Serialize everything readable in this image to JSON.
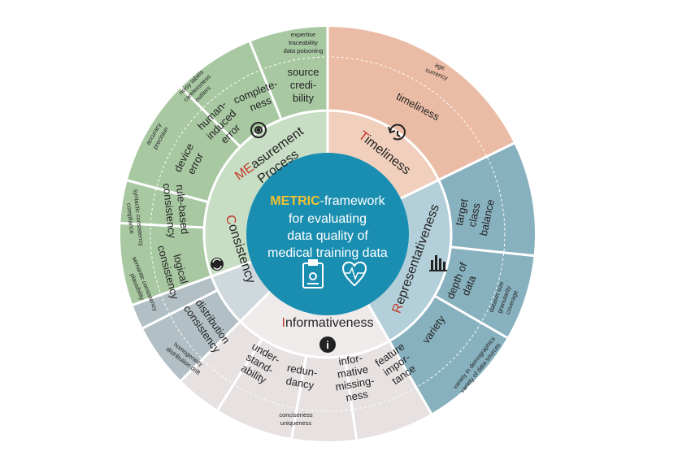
{
  "center": {
    "title_highlight": "METRIC",
    "title_rest": "-framework",
    "lines": [
      "for evaluating",
      "data quality of",
      "medical training data"
    ],
    "icons": [
      "clipboard-icon",
      "heart-pulse-icon"
    ]
  },
  "dimensions": {
    "measurement": {
      "accent": "ME",
      "rest": "asurement",
      "line2": "Process",
      "icon": "target-icon",
      "color": "#a8c8a2"
    },
    "timeliness": {
      "accent": "T",
      "rest": "imeliness",
      "icon": "clock-refresh-icon",
      "color": "#ebbca5"
    },
    "representativeness": {
      "accent": "R",
      "rest": "epresentativeness",
      "icon": "bar-chart-icon",
      "color": "#88b1bf"
    },
    "informativeness": {
      "accent": "I",
      "rest": "nformativeness",
      "icon": "info-icon",
      "color": "#e7e1e1"
    },
    "consistency": {
      "accent": "C",
      "rest": "onsistency",
      "icon": "sync-icon",
      "color": "#b2bfc4"
    }
  },
  "subclusters": {
    "source_credibility": [
      "source",
      "credi-",
      "bility"
    ],
    "completeness": [
      "complete-",
      "ness"
    ],
    "human_induced_error": [
      "human-",
      "induced",
      "error"
    ],
    "device_error": [
      "device",
      "error"
    ],
    "timeliness": [
      "timeliness"
    ],
    "target_class_balance": [
      "target",
      "class",
      "balance"
    ],
    "depth_of_data": [
      "depth of",
      "data"
    ],
    "variety": [
      "variety"
    ],
    "feature_importance": [
      "feature",
      "impor-",
      "tance"
    ],
    "informative_missingness": [
      "infor-",
      "mative",
      "missing-",
      "ness"
    ],
    "redundancy": [
      "redun-",
      "dancy"
    ],
    "understandability": [
      "under-",
      "stand-",
      "ability"
    ],
    "distribution_consistency": [
      "distribution",
      "consistency"
    ],
    "logical_consistency": [
      "logical",
      "consistency"
    ],
    "rule_based_consistency": [
      "rule-based",
      "consistency"
    ]
  },
  "properties": {
    "expertise_group": [
      "expertise",
      "traceability",
      "data poisoning"
    ],
    "noise_group": [
      "noisy labels",
      "carelessness",
      "outliers"
    ],
    "device_group": [
      "accuracy",
      "precision"
    ],
    "age_group": [
      "age",
      "currency"
    ],
    "dataset_size_group": [
      "dataset size",
      "granularity",
      "coverage"
    ],
    "variety_group": [
      "variety in demographics",
      "variety of data sources"
    ],
    "conciseness_group": [
      "conciseness",
      "uniqueness"
    ],
    "homogeneity_group": [
      "homogeneity",
      "distribution drift"
    ],
    "semantic_group": [
      "semantic consistency",
      "plausibility"
    ],
    "syntactic_group": [
      "syntactic consistency",
      "compliance"
    ]
  },
  "colors": {
    "center": "#1a8eb0",
    "measurement_outer": "#a8c8a2",
    "measurement_inner": "#c8dec4",
    "timeliness_outer": "#ebbca5",
    "timeliness_inner": "#f1cfbd",
    "representativeness_outer": "#88b1bf",
    "representativeness_inner": "#b3cfd9",
    "informativeness_outer": "#e7e1e1",
    "informativeness_inner": "#f0ebeb",
    "consistency_outer": "#b2bfc4",
    "consistency_inner": "#cfd8dc",
    "accent": "#c0392b"
  }
}
